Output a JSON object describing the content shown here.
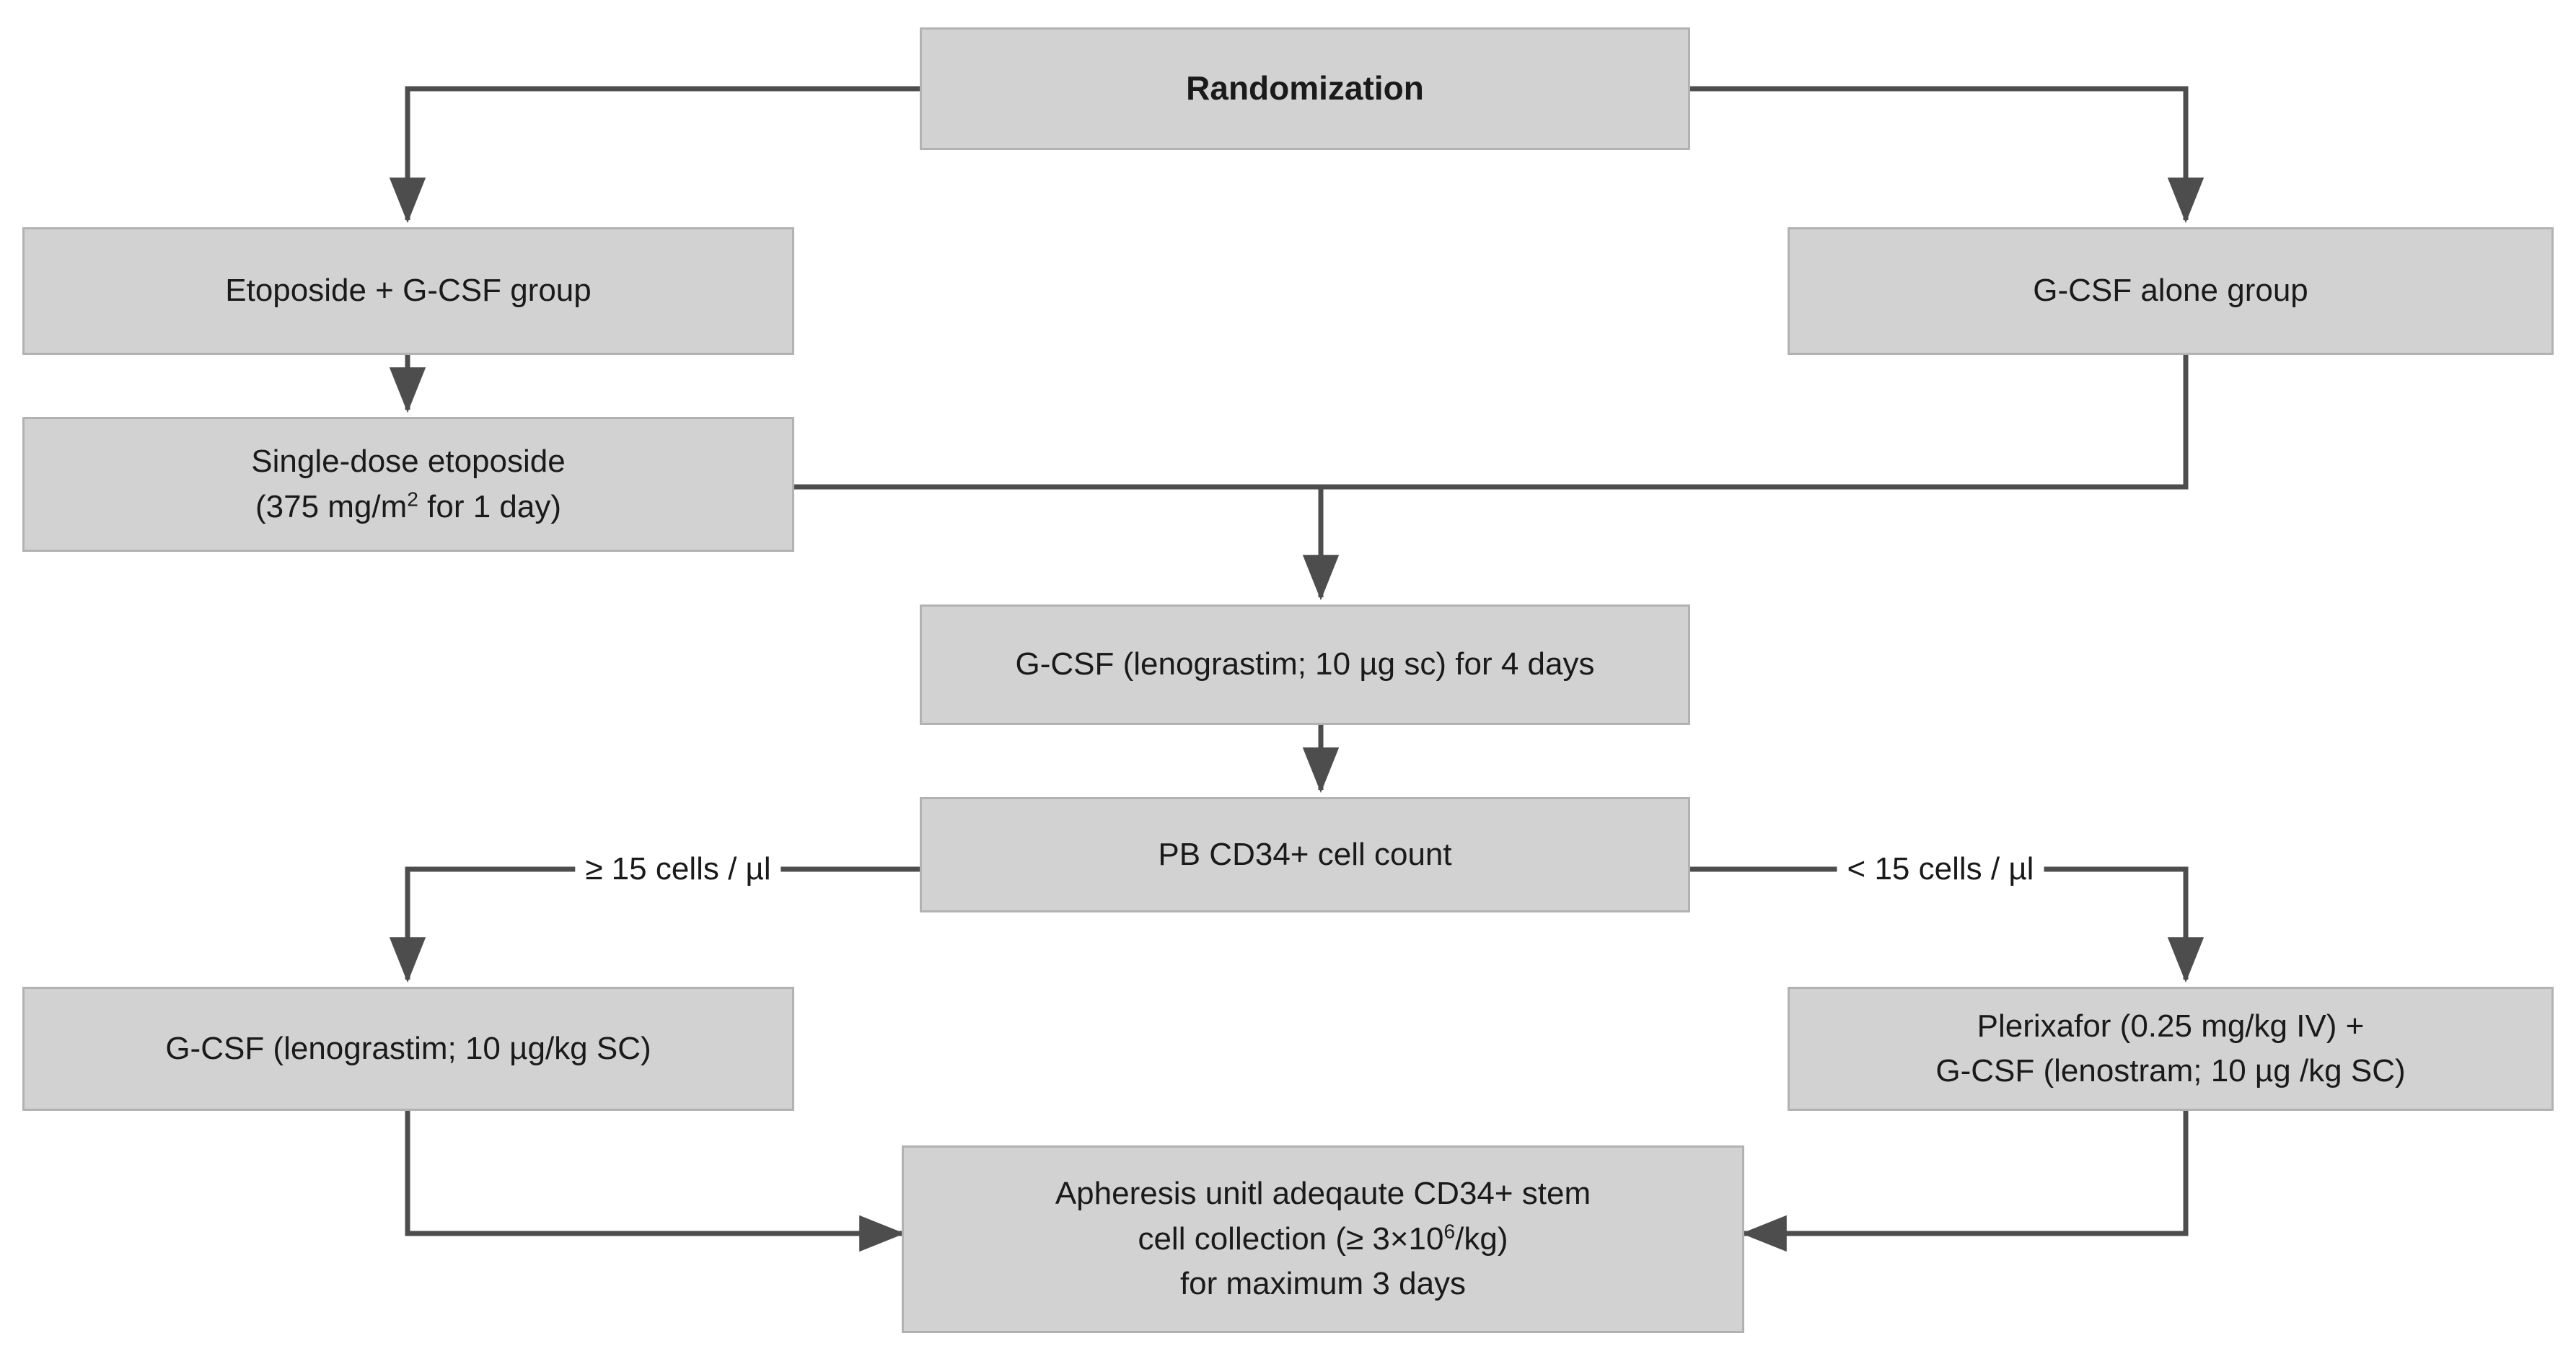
{
  "diagram": {
    "title": "Randomization study flow",
    "box_fill": "#d2d2d2",
    "box_border": "#b2b2b2",
    "connector_color": "#4d4d4d",
    "text_color": "#1a1a1a",
    "nodes": {
      "randomization": {
        "label": "Randomization"
      },
      "etoposide_group": {
        "label": "Etoposide + G-CSF group"
      },
      "gcsf_alone_group": {
        "label": "G-CSF alone group"
      },
      "single_dose_line1": {
        "label": "Single-dose etoposide"
      },
      "single_dose_line2_pre": {
        "label": "(375 mg/m"
      },
      "single_dose_line2_sup": {
        "label": "2"
      },
      "single_dose_line2_post": {
        "label": " for 1 day)"
      },
      "gcsf_4days": {
        "label": "G-CSF (lenograstim; 10 µg sc) for 4 days"
      },
      "pb_cd34_count": {
        "label": "PB CD34+ cell count"
      },
      "gcsf_lenograstim": {
        "label": "G-CSF (lenograstim; 10 µg/kg SC)"
      },
      "plerixafor_line1": {
        "label": "Plerixafor (0.25 mg/kg IV) +"
      },
      "plerixafor_line2": {
        "label": "G-CSF (lenostram; 10 µg /kg SC)"
      },
      "apheresis_line1": {
        "label": "Apheresis unitl adeqaute CD34+ stem"
      },
      "apheresis_line2_pre": {
        "label": "cell collection (≥ 3×10"
      },
      "apheresis_line2_sup": {
        "label": "6"
      },
      "apheresis_line2_post": {
        "label": "/kg)"
      },
      "apheresis_line3": {
        "label": "for maximum 3 days"
      }
    },
    "edge_labels": {
      "high_count": "≥ 15 cells /  µl",
      "low_count": "< 15 cells / µl"
    }
  }
}
